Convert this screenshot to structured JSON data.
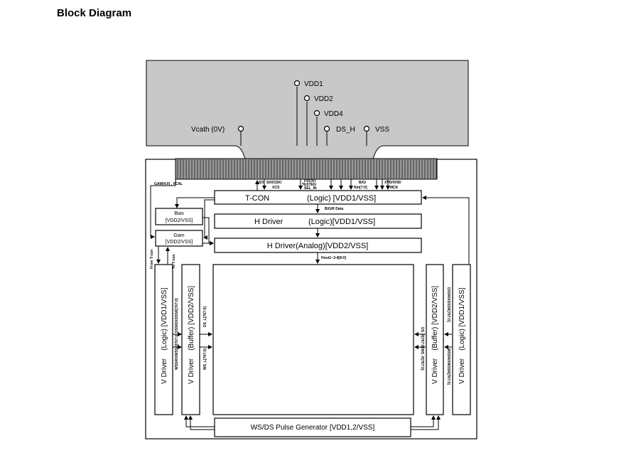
{
  "title": "Block Diagram",
  "panel": {
    "pins": [
      "VDD1",
      "VDD2",
      "VDD4",
      "DS_H",
      "VSS"
    ],
    "vcath": "Vcath (0V)"
  },
  "signals": {
    "gam": "GAM[4:0] , VCAL",
    "so": "SO",
    "si": "SI/XCSK/",
    "xcs": "XCS",
    "pscnt": "PSCNT",
    "testen": "TESTEN",
    "selin": "SEL_IN",
    "bg": "B/G/",
    "rin": "Rin[7:0]",
    "xvd": "XVD/XHD/",
    "mck": "MCK",
    "bgr": "B/G/R Data",
    "hout": "Hout1~3-4[8:0]",
    "from": "From T-con",
    "to": "To T-con",
    "dssr_l": "DSSR/XDSSR[767:0]",
    "wssr_l": "WSSR/XWSSR[767:0]",
    "ds_l": "DS_L[767:0]",
    "ws_l": "WS_L[767:0]",
    "ds_r": "DS_R[767:0]",
    "ws_r": "WS_R[767:0]",
    "dssr_r": "DSSR/XDSSR[767:0]",
    "wssr_r": "WSSR/XWSSR[767:0]"
  },
  "blocks": {
    "tcon_a": "T-CON",
    "tcon_b": "(Logic) [VDD1/VSS]",
    "hd_a": "H Driver",
    "hd_b": "(Logic)[VDD1/VSS]",
    "hda": "H Driver(Analog)[VDD2/VSS]",
    "bias": "Bias",
    "bias_p": "[VDD2/VSS]",
    "gam": "Gam",
    "gam_p": "[VDD2/VSS]",
    "vlogic": "V Driver    (Logic) [VDD1/VSS]",
    "vbuf": "V Driver    (Buffer) [VDD2/VSS]",
    "wsds": "WS/DS Pulse Generator [VDD1,2/VSS]"
  }
}
